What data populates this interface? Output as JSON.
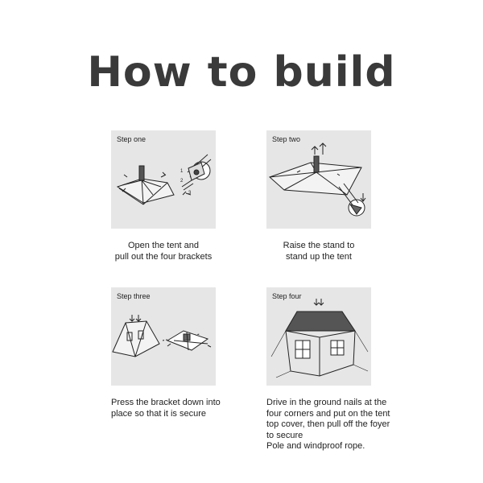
{
  "title": "How to build",
  "steps": [
    {
      "label": "Step one",
      "caption_lines": [
        "Open the tent and",
        "pull out the four brackets"
      ]
    },
    {
      "label": "Step two",
      "caption_lines": [
        "Raise the stand to",
        "stand up the tent"
      ]
    },
    {
      "label": "Step three",
      "caption_lines": [
        "Press the bracket down into",
        "place so that it is secure"
      ]
    },
    {
      "label": "Step four",
      "caption_lines": [
        "Drive in the ground nails at the",
        "four corners and put on the tent",
        "top cover, then pull off the foyer",
        "to secure",
        "Pole and windproof rope."
      ]
    }
  ],
  "illustration_annotations": {
    "step_one_numbers": [
      "1",
      "2",
      "3"
    ]
  },
  "colors": {
    "title": "#3a3a3a",
    "panel_bg": "#e6e6e6",
    "line": "#222222"
  }
}
